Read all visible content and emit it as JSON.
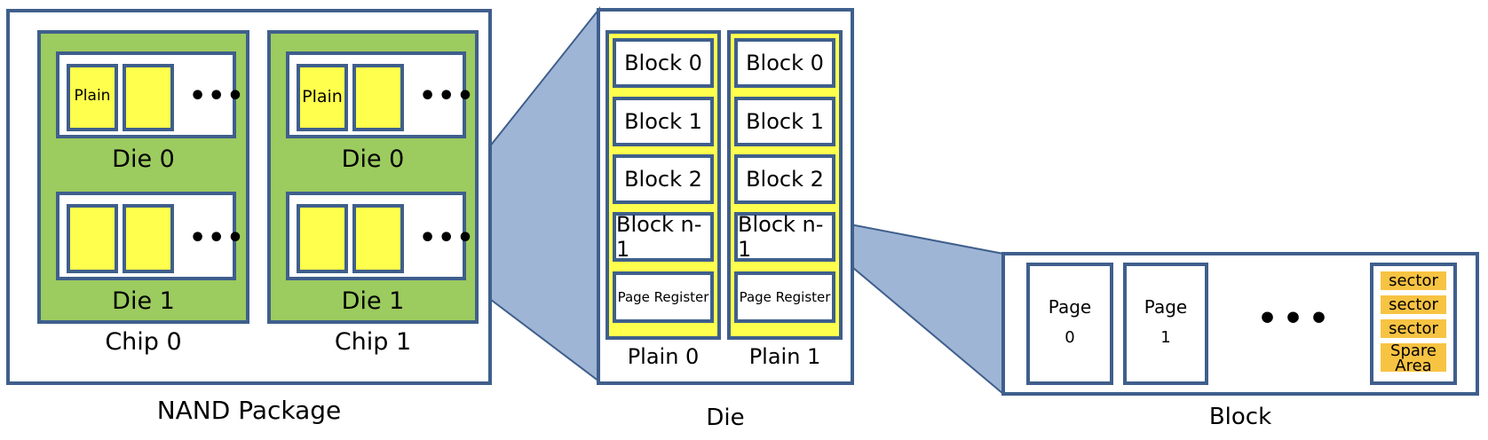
{
  "package": {
    "caption": "NAND Package",
    "chips": [
      {
        "label": "Chip 0",
        "dies": [
          {
            "label": "Die 0",
            "plane_text": "Plain"
          },
          {
            "label": "Die 1",
            "plane_text": ""
          }
        ]
      },
      {
        "label": "Chip 1",
        "dies": [
          {
            "label": "Die 0",
            "plane_text": "Plain"
          },
          {
            "label": "Die 1",
            "plane_text": ""
          }
        ]
      }
    ],
    "ellipsis": "•••"
  },
  "die": {
    "caption": "Die",
    "planes": [
      {
        "label": "Plain 0",
        "blocks": [
          "Block 0",
          "Block 1",
          "Block 2",
          "Block n-1"
        ],
        "register": "Page Register"
      },
      {
        "label": "Plain 1",
        "blocks": [
          "Block 0",
          "Block 1",
          "Block 2",
          "Block n-1"
        ],
        "register": "Page Register"
      }
    ]
  },
  "block": {
    "caption": "Block",
    "pages": [
      {
        "title": "Page",
        "num": "0"
      },
      {
        "title": "Page",
        "num": "1"
      }
    ],
    "ellipsis": "•••",
    "sectors": [
      "sector",
      "sector",
      "sector"
    ],
    "spare": [
      "Spare",
      "Area"
    ]
  },
  "colors": {
    "border": "#3f5f8c",
    "chip_fill": "#9ccb5f",
    "plane_fill": "#ffff4d",
    "zoom_fill": "#9fb5d6",
    "sector_fill": "#f7c342"
  }
}
